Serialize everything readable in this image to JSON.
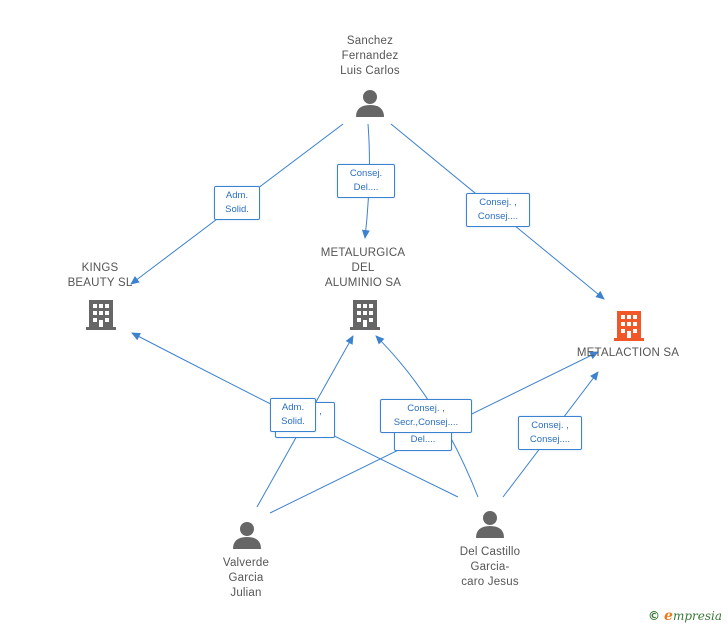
{
  "nodes": {
    "sanchez": "Sanchez\nFernandez\nLuis Carlos",
    "kings": "KINGS\nBEAUTY SL",
    "metalurgica": "METALURGICA\nDEL\nALUMINIO SA",
    "metalaction": "METALACTION SA",
    "valverde": "Valverde\nGarcia\nJulian",
    "delcastillo": "Del Castillo\nGarcia-\ncaro Jesus"
  },
  "edges": {
    "sanchez_kings": "Adm.\nSolid.",
    "sanchez_metalurgica": "Consej.\nDel....",
    "sanchez_metalaction": "Consej. ,\nConsej....",
    "valverde_back": ", ,",
    "valverde_kings": "Adm.\nSolid.",
    "delcastillo_del": "Del....",
    "delcastillo_metalurgica": "Consej. ,\nSecr.,Consej....",
    "delcastillo_metalaction": "Consej. ,\nConsej...."
  },
  "credit": {
    "symbol": "©",
    "brand_initial": "e",
    "brand_rest": "mpresia"
  },
  "colors": {
    "edge": "#3d82cf",
    "person": "#666666",
    "company": "#666666",
    "highlight": "#f0582a"
  }
}
